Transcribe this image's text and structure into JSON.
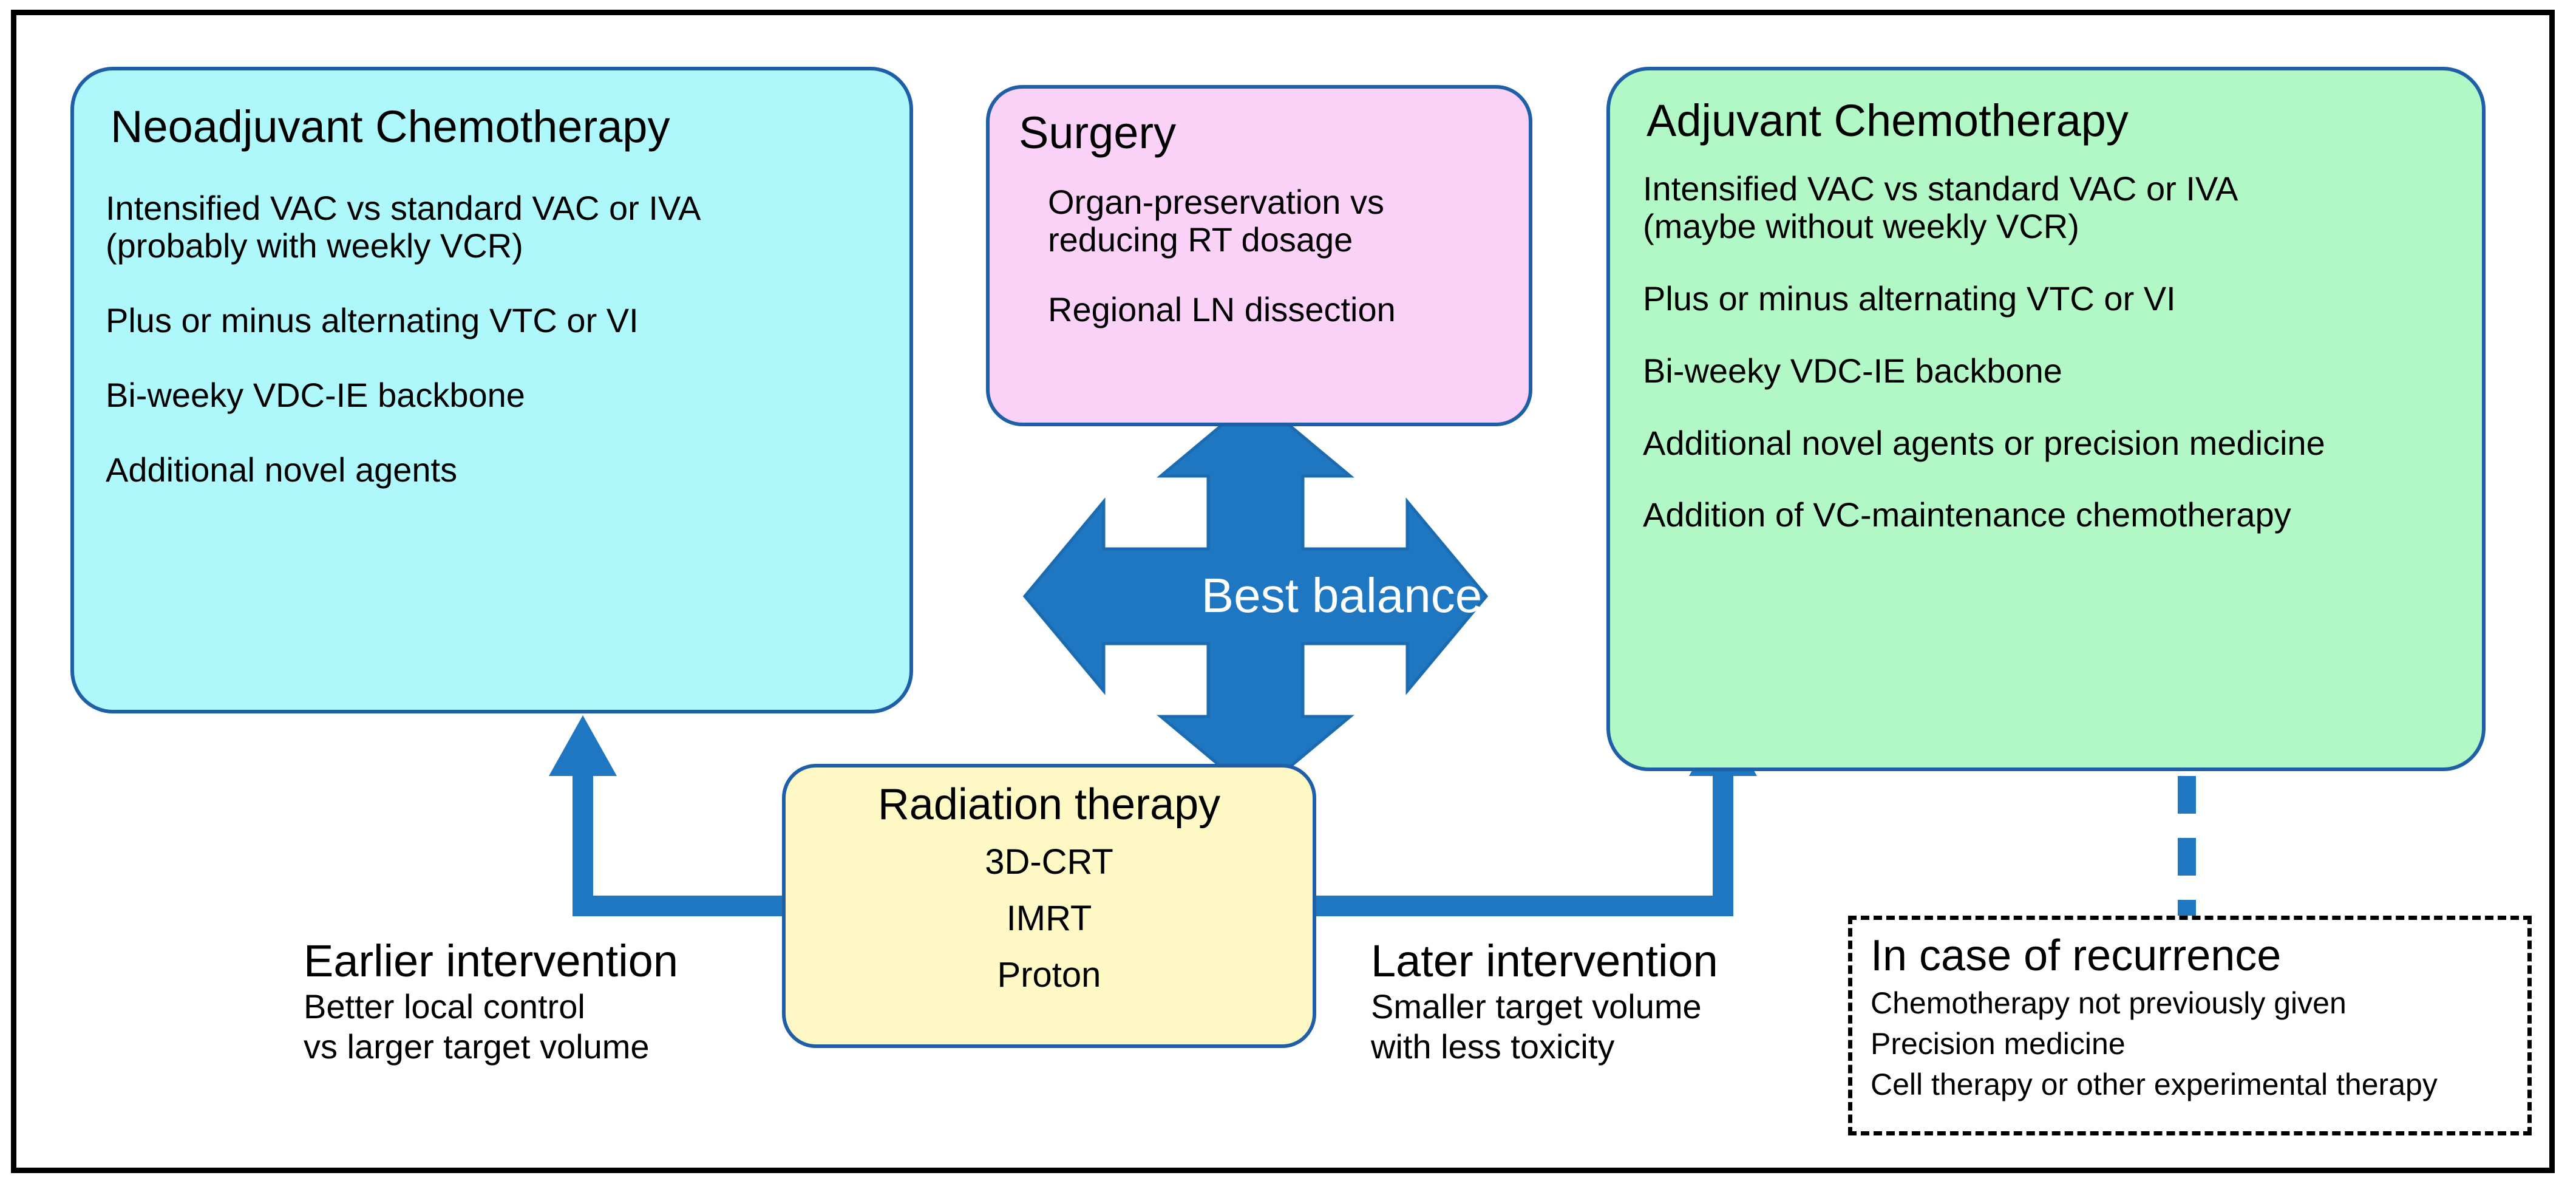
{
  "diagram": {
    "title": "Treatment strategy balance diagram",
    "colors": {
      "neoadjuvant_fill": "#aef7fb",
      "surgery_fill": "#fad2f7",
      "adjuvant_fill": "#b2f7c6",
      "radiation_fill": "#fdf8c4",
      "box_border": "#1f5fa8",
      "arrow": "#1f77c2",
      "frame": "#000000",
      "balance_label": "#ffffff"
    }
  },
  "neoadjuvant": {
    "title": "Neoadjuvant Chemotherapy",
    "lines": [
      "Intensified VAC vs standard VAC or IVA",
      "(probably with weekly VCR)",
      "Plus or minus alternating VTC or VI",
      "Bi-weeky VDC-IE backbone",
      "Additional novel agents"
    ]
  },
  "surgery": {
    "title": "Surgery",
    "lines": [
      "Organ-preservation vs",
      "reducing RT dosage",
      "Regional LN dissection"
    ]
  },
  "adjuvant": {
    "title": "Adjuvant Chemotherapy",
    "lines": [
      "Intensified VAC vs standard VAC or IVA",
      "(maybe without weekly VCR)",
      "Plus or minus alternating VTC or VI",
      "Bi-weeky VDC-IE backbone",
      "Additional novel agents or precision medicine",
      "Addition of VC-maintenance chemotherapy"
    ]
  },
  "radiation": {
    "title": "Radiation therapy",
    "modalities": [
      "3D-CRT",
      "IMRT",
      "Proton"
    ]
  },
  "center": {
    "balance_label": "Best balance"
  },
  "earlier": {
    "head": "Earlier intervention",
    "sub_line1": "Better local control",
    "sub_line2": "vs larger target volume"
  },
  "later": {
    "head": "Later intervention",
    "sub_line1": "Smaller target volume",
    "sub_line2": "with less toxicity"
  },
  "recurrence": {
    "head": "In case of recurrence",
    "items": [
      "Chemotherapy not previously given",
      "Precision medicine",
      "Cell therapy or other experimental therapy"
    ]
  }
}
